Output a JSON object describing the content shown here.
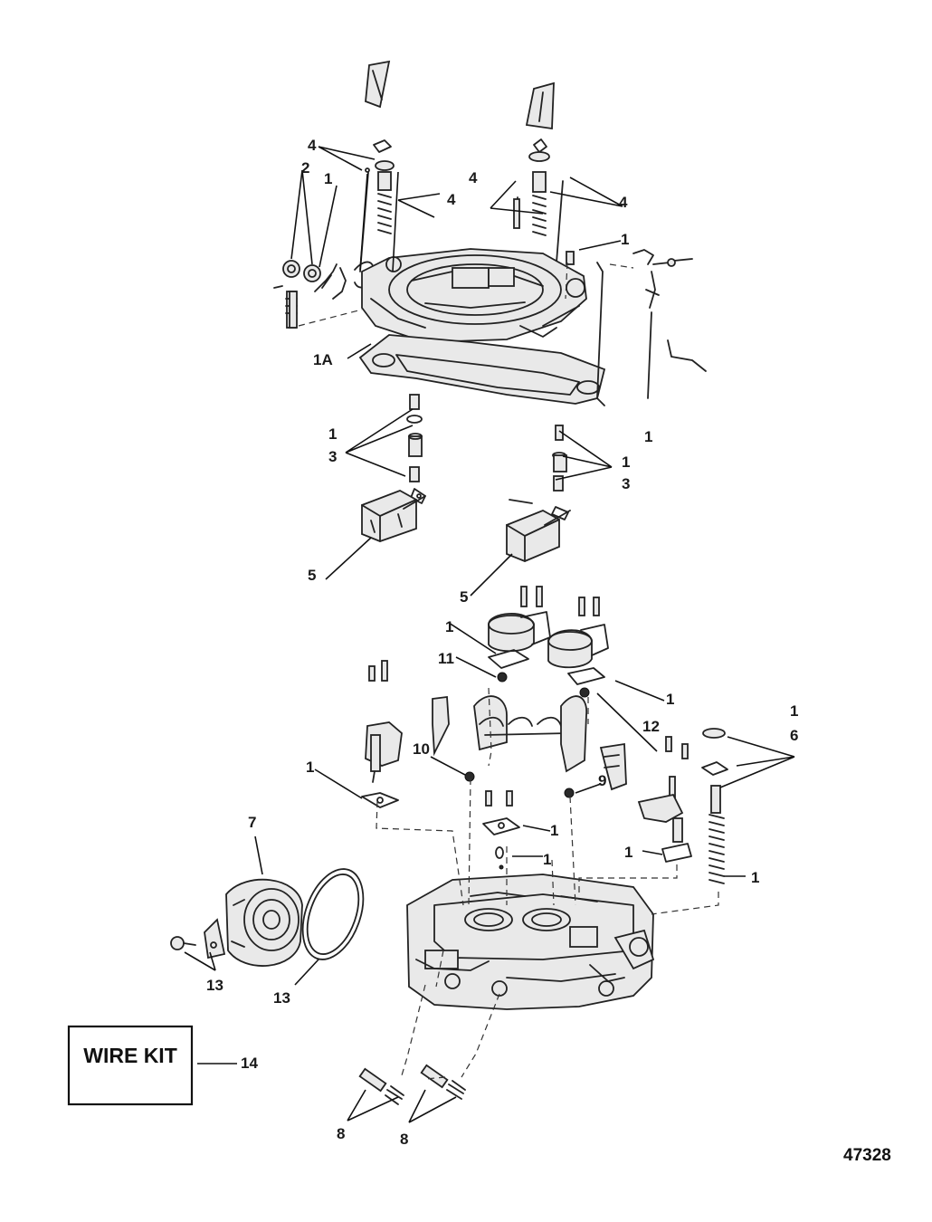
{
  "diagram": {
    "kit_label": "WIRE KIT",
    "figure_number": "47328"
  },
  "callouts": {
    "c4a": "4",
    "c4b": "4",
    "c4c": "4",
    "c4d": "4",
    "c2": "2",
    "c1a": "1",
    "c1b": "1",
    "c1A": "1A",
    "c1c": "1",
    "c1d": "1",
    "c3a": "3",
    "c1e": "1",
    "c3b": "3",
    "c5a": "5",
    "c5b": "5",
    "c1f": "1",
    "c11": "11",
    "c1g": "1",
    "c12": "12",
    "c1h": "1",
    "c6": "6",
    "c10": "10",
    "c9": "9",
    "c1i": "1",
    "c1j": "1",
    "c1k": "1",
    "c1l": "1",
    "c1m": "1",
    "c7": "7",
    "c13a": "13",
    "c13b": "13",
    "c14": "14",
    "c8a": "8",
    "c8b": "8"
  }
}
